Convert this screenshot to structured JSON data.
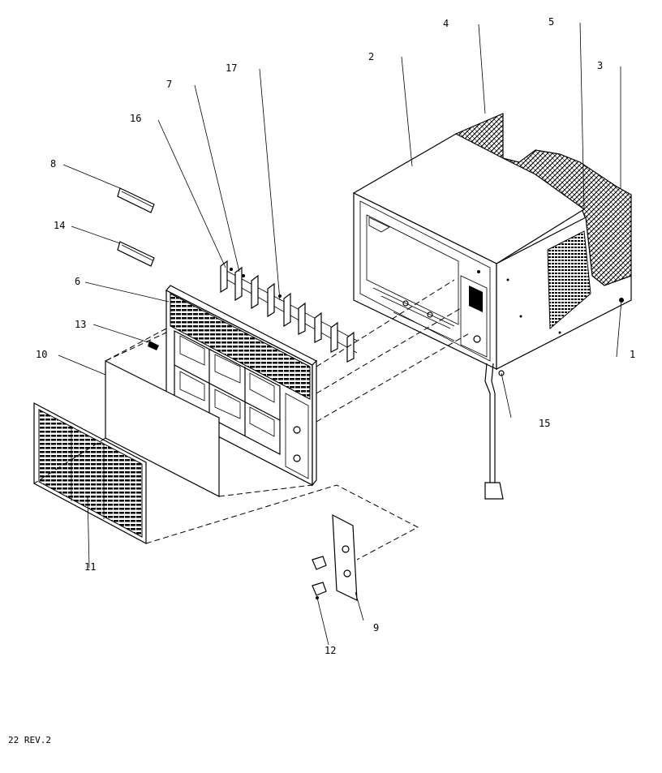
{
  "diagram": {
    "callouts": [
      "1",
      "2",
      "3",
      "4",
      "5",
      "6",
      "7",
      "8",
      "9",
      "10",
      "11",
      "12",
      "13",
      "14",
      "15",
      "16",
      "17"
    ],
    "footer_text": "22 REV.2"
  }
}
